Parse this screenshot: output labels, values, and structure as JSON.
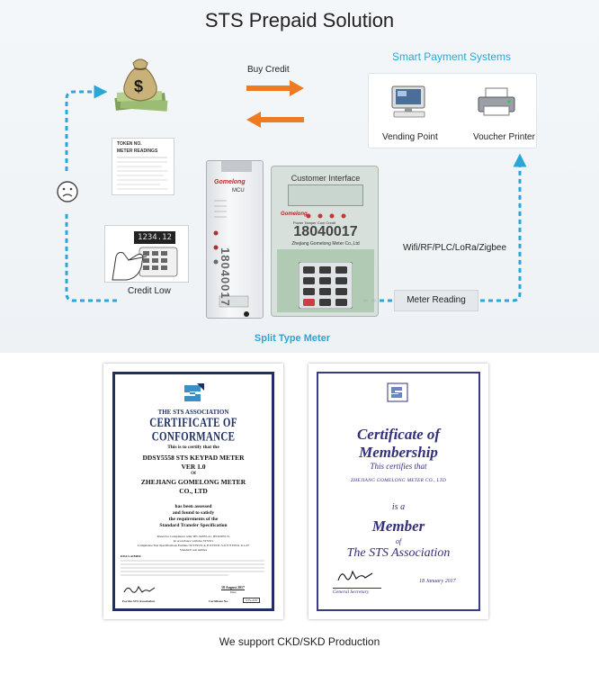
{
  "title": "STS Prepaid Solution",
  "smart_payment": {
    "heading": "Smart Payment Systems",
    "vending_point": "Vending Point",
    "voucher_printer": "Voucher Printer"
  },
  "flow": {
    "buy_credit": "Buy Credit",
    "credit_low": "Credit Low",
    "comm_protocols": "Wifi/RF/PLC/LoRa/Zigbee",
    "meter_reading": "Meter Reading"
  },
  "meter": {
    "label": "Split Type Meter",
    "brand": "Gomelong",
    "customer_interface": "Customer Interface",
    "number": "18040017",
    "mcu_label": "MCU",
    "indicators": "Power  Tamper Com  Credit",
    "maker": "Zhejiang Gomelong Meter Co.,Ltd"
  },
  "receipt": {
    "token_label": "TOKEN NO.",
    "header": "METER READINGS"
  },
  "keypad_display": "1234.12",
  "cert_conformance": {
    "association": "THE STS ASSOCIATION",
    "title": "CERTIFICATE OF CONFORMANCE",
    "certify": "This is to certify that the",
    "product_line1": "DDSY5558 STS KEYPAD METER",
    "product_line2": "VER 1.0",
    "of": "Of",
    "company_line1": "ZHEJIANG GOMELONG METER",
    "company_line2": "CO., LTD",
    "assessed_line1": "has been assessed",
    "assessed_line2": "and found to satisfy",
    "assessed_line3": "the requirements of the",
    "assessed_line4": "Standard Transfer Specification",
    "tested_line1": "Tested for Compliance with: IEC 62055-41, IEC62055-51",
    "tested_line2": "In accordance with the STS531",
    "tested_line3": "Compliance Test Specifications Entities: D-STS531-4, E-STS531-5-0, F-STS531-6-1-07",
    "tested_line4": "Standard: test entities",
    "disclaimer": "DISCLAIMER",
    "date": "18 August 2017",
    "date_label": "Date",
    "for_assoc": "For the STS Association",
    "cert_number_label": "Certificate No.",
    "cert_number": "STS-A70"
  },
  "cert_membership": {
    "title": "Certificate of Membership",
    "certifies": "This certifies that",
    "company": "ZHEJIANG GOMELONG METER CO., LTD",
    "is_a": "is a",
    "member": "Member",
    "of": "of",
    "association": "The STS Association",
    "date": "18 January 2017",
    "signatory": "General Secretary"
  },
  "footer": "We support CKD/SKD Production",
  "colors": {
    "accent_blue": "#2aa7d6",
    "arrow_orange": "#ee7a22",
    "cert_navy": "#1f2f64",
    "cert_purple": "#3a3a8a"
  }
}
